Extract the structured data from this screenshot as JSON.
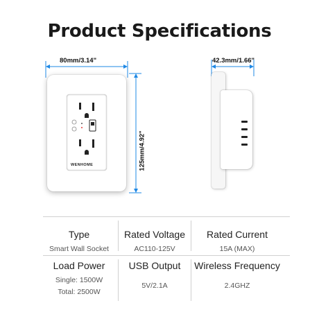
{
  "title": "Product Specifications",
  "dimensions": {
    "width": "80mm/3.14\"",
    "height": "125mm/4.92\"",
    "depth": "42.3mm/1.66\""
  },
  "product": {
    "brand": "WENHOME"
  },
  "colors": {
    "accent_blue": "#1e88e5",
    "led_red": "#e53935"
  },
  "specs": [
    {
      "label": "Type",
      "values": [
        "Smart Wall Socket"
      ]
    },
    {
      "label": "Rated Voltage",
      "values": [
        "AC110-125V"
      ]
    },
    {
      "label": "Rated Current",
      "values": [
        "15A (MAX)"
      ]
    },
    {
      "label": "Load Power",
      "values": [
        "Single: 1500W",
        "Total: 2500W"
      ]
    },
    {
      "label": "USB Output",
      "values": [
        "5V/2.1A"
      ]
    },
    {
      "label": "Wireless Frequency",
      "values": [
        "2.4GHZ"
      ]
    }
  ]
}
